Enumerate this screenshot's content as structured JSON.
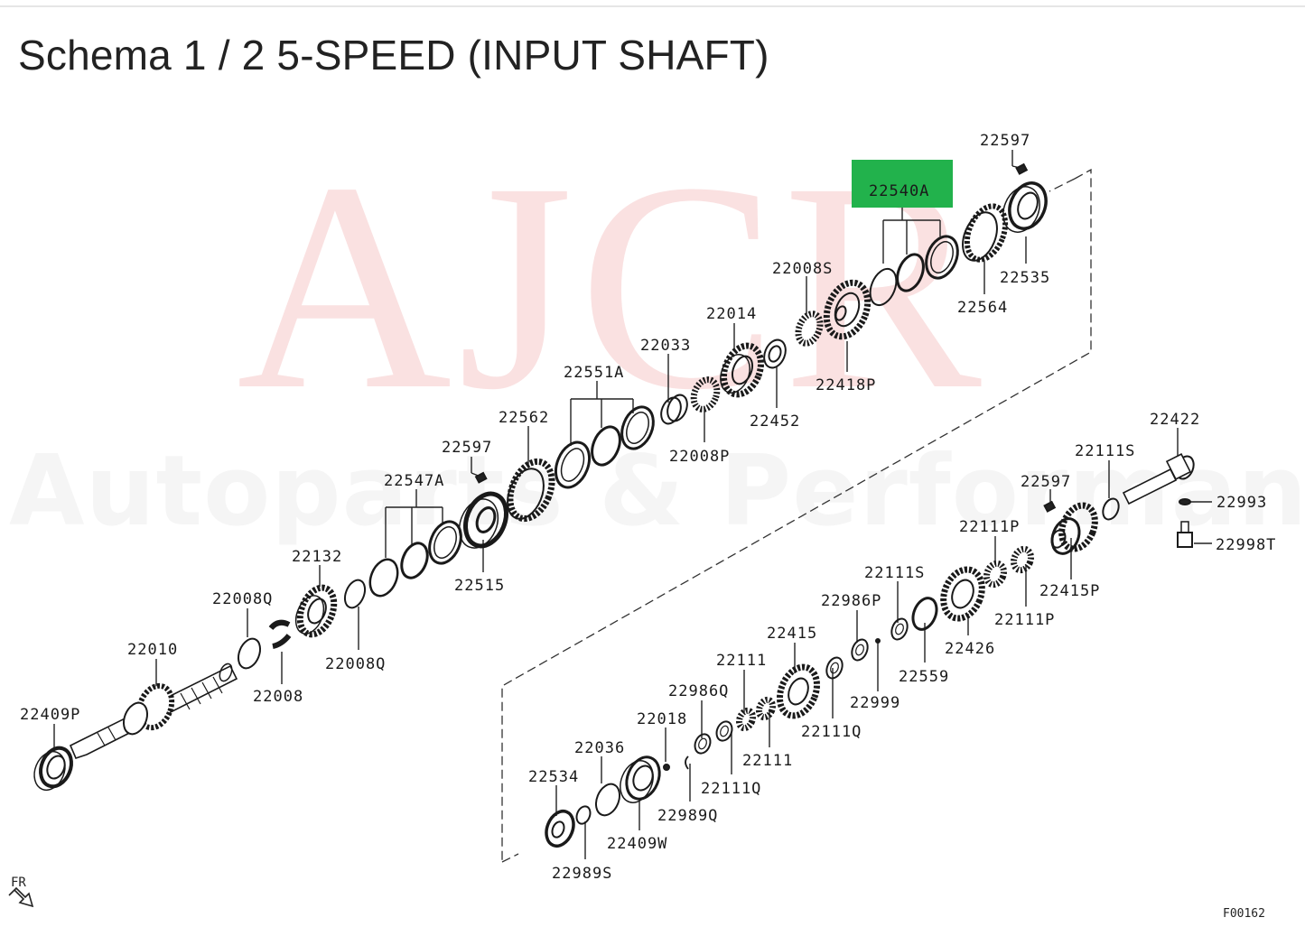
{
  "title": "Schema 1 / 2 5-SPEED (INPUT SHAFT)",
  "watermark": {
    "big": "AJCR",
    "sub": "Autoparts & Performance"
  },
  "highlight_color": "#22b24c",
  "direction_label": "FR",
  "diagram_code": "F00162",
  "labels": {
    "p22597_top": "22597",
    "p22540A": "22540A",
    "p22535": "22535",
    "p22564": "22564",
    "p22008S": "22008S",
    "p22418P": "22418P",
    "p22014": "22014",
    "p22452": "22452",
    "p22033": "22033",
    "p22008P": "22008P",
    "p22551A": "22551A",
    "p22562": "22562",
    "p22597_mid": "22597",
    "p22547A": "22547A",
    "p22515": "22515",
    "p22132": "22132",
    "p22008Q_a": "22008Q",
    "p22008Q_b": "22008Q",
    "p22008": "22008",
    "p22010": "22010",
    "p22409P": "22409P",
    "p22422": "22422",
    "p22111S_a": "22111S",
    "p22993": "22993",
    "p22597_low": "22597",
    "p22998T": "22998T",
    "p22111P_a": "22111P",
    "p22415P": "22415P",
    "p22111P_b": "22111P",
    "p22111S_b": "22111S",
    "p22986P": "22986P",
    "p22426": "22426",
    "p22559": "22559",
    "p22415": "22415",
    "p22999": "22999",
    "p22111_a": "22111",
    "p22111Q_a": "22111Q",
    "p22986Q": "22986Q",
    "p22111_b": "22111",
    "p22018": "22018",
    "p22111Q_b": "22111Q",
    "p22036": "22036",
    "p22989Q": "22989Q",
    "p22534": "22534",
    "p22409W": "22409W",
    "p22989S": "22989S"
  }
}
